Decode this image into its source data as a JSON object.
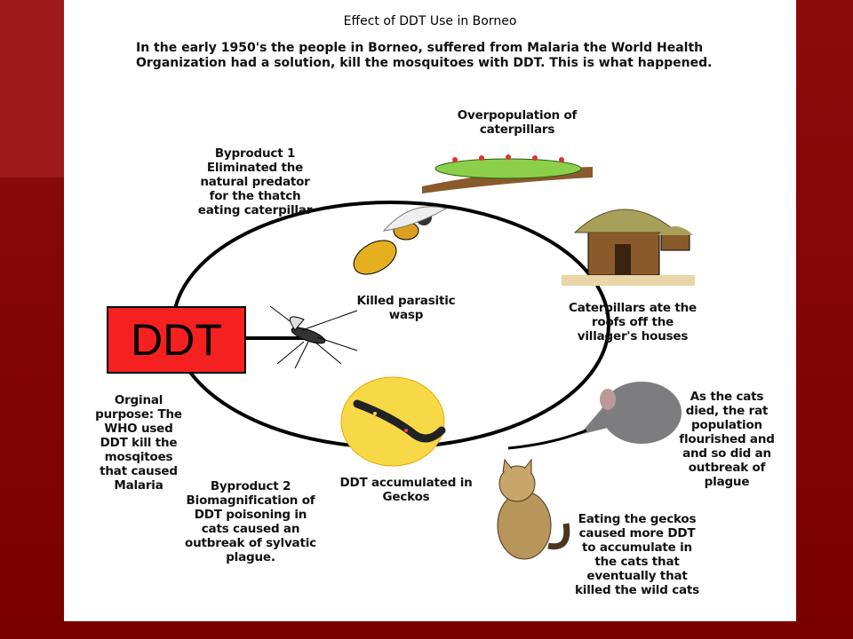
{
  "title": "Effect of DDT Use in Borneo",
  "intro": [
    "In the early 1950's the people in Borneo, suffered from Malaria the World Health",
    "Organization had a solution, kill the mosquitoes with DDT. This is what happened."
  ],
  "ddt_box": "DDT",
  "labels": {
    "overpopulation": [
      "Overpopulation of",
      "caterpillars"
    ],
    "byproduct1": [
      "Byproduct 1",
      "Eliminated the",
      "natural predator",
      "for the thatch",
      "eating caterpillar"
    ],
    "killed_wasp": [
      "Killed parasitic",
      "wasp"
    ],
    "roofs": [
      "Caterpillars ate the",
      "roofs off the",
      "villager's houses"
    ],
    "original": [
      "Orginal",
      "purpose: The",
      "WHO used",
      "DDT kill the",
      "mosqitoes",
      "that caused",
      "Malaria"
    ],
    "rats": [
      "As the cats",
      "died, the rat",
      "population",
      "flourished and",
      "and so did an",
      "outbreak of",
      "plague"
    ],
    "geckos": [
      "DDT accumulated in",
      "Geckos"
    ],
    "byproduct2": [
      "Byproduct 2",
      "Biomagnification of",
      "DDT poisoning in",
      "cats caused an",
      "outbreak of sylvatic",
      "plague."
    ],
    "cats": [
      "Eating the geckos",
      "caused more DDT",
      "to accumulate in",
      "the cats that",
      "eventually that",
      "killed the wild cats"
    ]
  }
}
